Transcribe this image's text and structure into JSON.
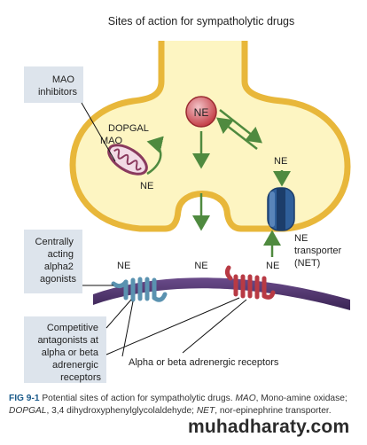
{
  "title": "Sites of action for sympatholytic drugs",
  "boxes": {
    "mao_inhibitors": "MAO inhibitors",
    "centrally_acting": "Centrally acting alpha2 agonists",
    "competitive": "Competitive antagonists at alpha or beta adrenergic receptors"
  },
  "labels": {
    "dopgal": "DOPGAL",
    "mao": "MAO",
    "ne_vesicle": "NE",
    "ne_mito": "NE",
    "ne_right": "NE",
    "ne_left_cleft": "NE",
    "ne_center_cleft": "NE",
    "ne_right_cleft": "NE",
    "ne_transporter": "NE transporter (NET)",
    "receptors": "Alpha or beta adrenergic receptors"
  },
  "caption": {
    "fig_label": "FIG 9-1",
    "text_1": "Potential sites of action for sympatholytic drugs.",
    "mao_abbr": "MAO",
    "text_2": ", Mono-amine oxidase;",
    "dopgal_abbr": "DOPGAL",
    "text_3": ", 3,4 dihydroxyphenylglycolaldehyde;",
    "net_abbr": "NET",
    "text_4": ", nor-epinephrine transporter."
  },
  "watermark": "muhadharaty.com",
  "colors": {
    "terminal_fill": "#fdf5c2",
    "terminal_stroke": "#e8b73a",
    "box_fill": "#dde4ec",
    "arrow_green": "#4f8a3f",
    "vesicle": "#c0343c",
    "mito": "#8a3a5e",
    "transporter": "#2f5f9a",
    "receptor_blue": "#5a92b0",
    "receptor_red": "#b83a44",
    "membrane": "#4a2f66"
  }
}
